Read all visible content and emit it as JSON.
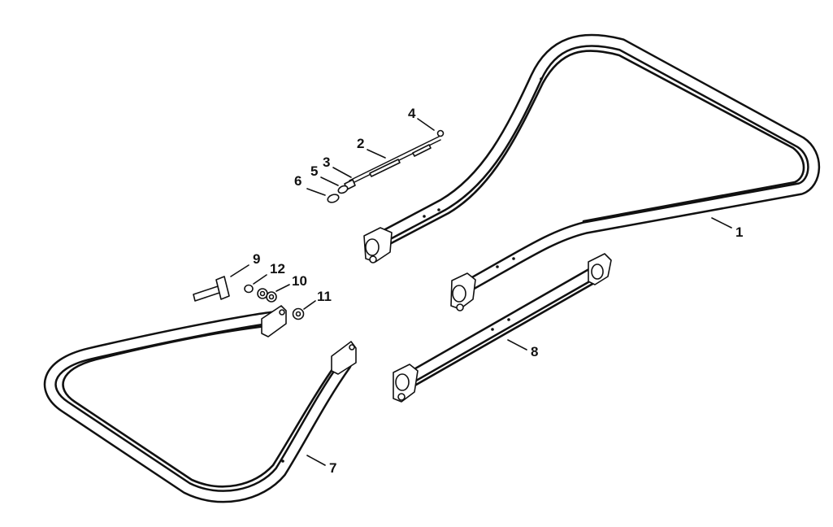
{
  "callouts": {
    "c1": "1",
    "c2": "2",
    "c3": "3",
    "c4": "4",
    "c5": "5",
    "c6": "6",
    "c7": "7",
    "c8": "8",
    "c9": "9",
    "c10": "10",
    "c11": "11",
    "c12": "12"
  },
  "colors": {
    "ink": "#111111",
    "background": "#ffffff"
  }
}
